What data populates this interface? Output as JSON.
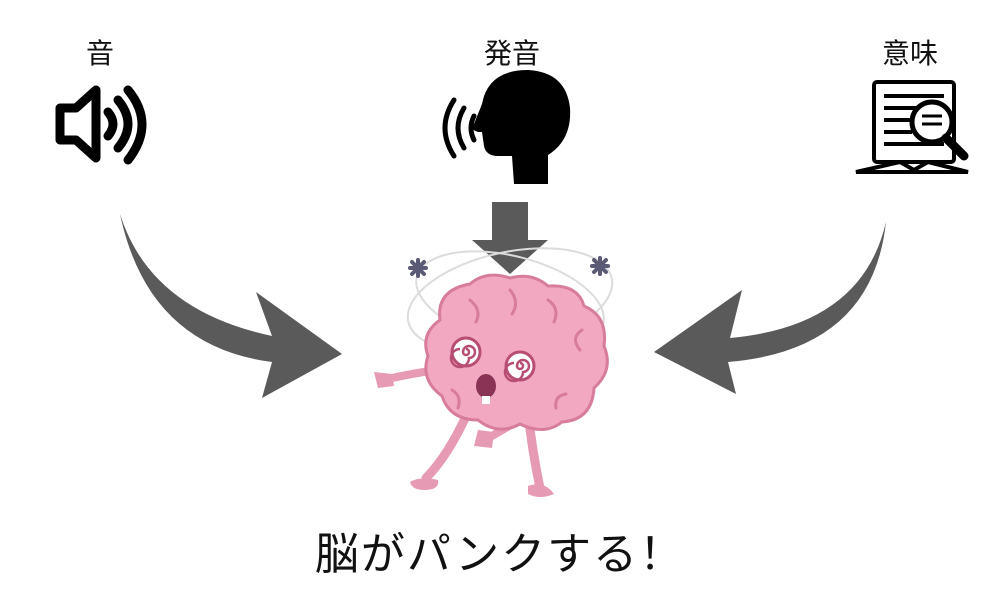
{
  "labels": {
    "sound": "音",
    "pronunciation": "発音",
    "meaning": "意味"
  },
  "caption": "脳がパンクする！",
  "icons": {
    "sound": "speaker-icon",
    "pronunciation": "speaking-head-icon",
    "meaning": "magnifier-document-icon",
    "center": "dizzy-brain-character"
  },
  "colors": {
    "arrow": "#5a5a5a",
    "brain": "#f2a8c0",
    "brain_dark": "#d77c9b",
    "icon": "#000000",
    "text": "#111111"
  }
}
